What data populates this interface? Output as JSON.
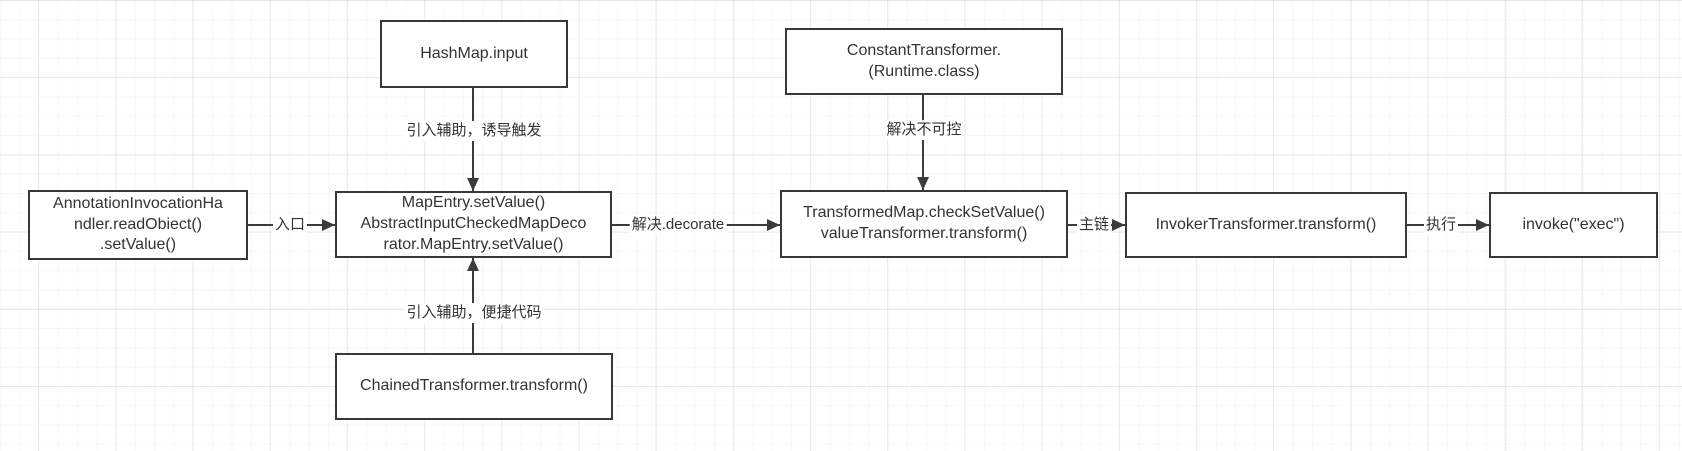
{
  "diagram": {
    "colors": {
      "node_border": "#383838",
      "node_fill": "#ffffff",
      "text": "#333333",
      "edge": "#3b3b3b",
      "grid_minor": "#f7f7f7",
      "grid_major": "#ededed"
    },
    "nodes": [
      {
        "id": "annotation-invocation-handler",
        "text": "AnnotationInvocationHa\nndler.readObiect()\n.setValue()"
      },
      {
        "id": "hashmap-input",
        "text": "HashMap.input"
      },
      {
        "id": "mapentry-setvalue",
        "text": "MapEntry.setValue()\nAbstractInputCheckedMapDeco\nrator.MapEntry.setValue()"
      },
      {
        "id": "constant-transformer",
        "text": "ConstantTransformer.\n(Runtime.class)"
      },
      {
        "id": "transformedmap-checksetvalue",
        "text": "TransformedMap.checkSetValue()\nvalueTransformer.transform()"
      },
      {
        "id": "invoker-transformer",
        "text": "InvokerTransformer.transform()"
      },
      {
        "id": "invoke-exec",
        "text": "invoke(\"exec\")"
      },
      {
        "id": "chained-transformer",
        "text": "ChainedTransformer.transform()"
      }
    ],
    "edges": [
      {
        "id": "hashmap-to-mapentry",
        "label": "引入辅助，诱导触发",
        "direction": "down"
      },
      {
        "id": "constant-to-transformedmap",
        "label": "解决不可控",
        "direction": "down"
      },
      {
        "id": "annotation-to-mapentry",
        "label": "入口",
        "direction": "right"
      },
      {
        "id": "mapentry-to-transformedmap",
        "label": "解决.decorate",
        "direction": "right"
      },
      {
        "id": "transformedmap-to-invoker",
        "label": "主链",
        "direction": "right"
      },
      {
        "id": "invoker-to-invoke",
        "label": "执行",
        "direction": "right"
      },
      {
        "id": "chained-to-mapentry",
        "label": "引入辅助，便捷代码",
        "direction": "up"
      }
    ]
  }
}
